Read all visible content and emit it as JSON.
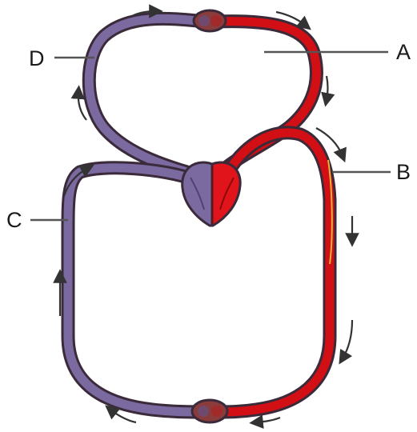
{
  "colors": {
    "oxygenated": "#d10f14",
    "deoxygenated": "#7a6aa0",
    "outline": "#3b2a3a",
    "background": "#ffffff"
  },
  "labels": {
    "a": "A",
    "b": "B",
    "c": "C",
    "d": "D"
  }
}
